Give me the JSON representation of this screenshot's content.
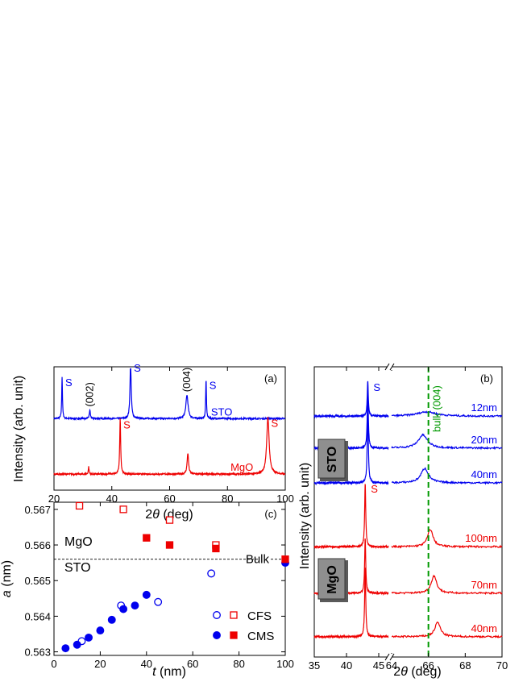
{
  "chart_data": [
    {
      "panel": "(a)",
      "type": "line",
      "xlabel_prefix": "2",
      "xlabel_theta": "θ",
      "xlabel_suffix": " (deg)",
      "ylabel": "Intensity (arb. unit)",
      "xlim": [
        20,
        100
      ],
      "xticks": [
        20,
        40,
        60,
        80,
        100
      ],
      "series": [
        {
          "name": "STO",
          "color": "#0000ee",
          "baseline": 0.58,
          "peaks": [
            [
              22.8,
              0.34,
              0.15
            ],
            [
              32.4,
              0.07,
              0.2
            ],
            [
              46.5,
              0.46,
              0.25
            ],
            [
              66.0,
              0.19,
              0.45
            ],
            [
              72.6,
              0.32,
              0.15
            ]
          ]
        },
        {
          "name": "MgO",
          "color": "#ee0000",
          "baseline": 0.13,
          "peaks": [
            [
              32.0,
              0.06,
              0.15
            ],
            [
              42.9,
              0.45,
              0.2
            ],
            [
              66.3,
              0.17,
              0.3
            ],
            [
              94.0,
              0.46,
              0.5
            ]
          ]
        }
      ],
      "annotations": [
        {
          "text": "S",
          "x": 22.8,
          "color": "#0000ee"
        },
        {
          "text": "(002)",
          "x": 32.4,
          "color": "#000000",
          "rotate": true
        },
        {
          "text": "S",
          "x": 46.5,
          "color": "#0000ee"
        },
        {
          "text": "(004)",
          "x": 66.0,
          "color": "#000000",
          "rotate": true
        },
        {
          "text": "S",
          "x": 72.6,
          "color": "#0000ee"
        },
        {
          "text": "S",
          "x": 42.9,
          "color": "#ee0000"
        },
        {
          "text": "S",
          "x": 94.0,
          "color": "#ee0000"
        }
      ]
    },
    {
      "panel": "(b)",
      "type": "line",
      "xlabel_prefix": "2",
      "xlabel_theta": "θ",
      "xlabel_suffix": " (deg)",
      "ylabel": "Intensity (arb. unit)",
      "segments": [
        {
          "xlim": [
            35,
            46.5
          ],
          "xticks": [
            35,
            40,
            45
          ]
        },
        {
          "xlim": [
            64,
            70
          ],
          "xticks": [
            64,
            66,
            68,
            70
          ]
        }
      ],
      "bulk_line": {
        "x": 66,
        "label": "bulk (004)",
        "color": "#009900"
      },
      "labels": [
        {
          "text": "STO",
          "color": "#0000ee"
        },
        {
          "text": "MgO",
          "color": "#ee0000"
        }
      ],
      "series": [
        {
          "name": "12nm",
          "color": "#0000ee",
          "baseline": 0.83,
          "s_peak": [
            43.3,
            0.12
          ],
          "film_peak": [
            65.9,
            0.015,
            0.6
          ]
        },
        {
          "name": "20nm",
          "color": "#0000ee",
          "baseline": 0.72,
          "s_peak": [
            43.3,
            0.2
          ],
          "film_peak": [
            65.7,
            0.045,
            0.3
          ]
        },
        {
          "name": "40nm",
          "color": "#0000ee",
          "baseline": 0.6,
          "s_peak": [
            43.3,
            0.26
          ],
          "film_peak": [
            65.8,
            0.05,
            0.25
          ]
        },
        {
          "name": "100nm",
          "color": "#ee0000",
          "baseline": 0.38,
          "s_peak": [
            42.9,
            0.22
          ],
          "film_peak": [
            66.1,
            0.06,
            0.18
          ]
        },
        {
          "name": "70nm",
          "color": "#ee0000",
          "baseline": 0.22,
          "s_peak": [
            42.9,
            0.19
          ],
          "film_peak": [
            66.3,
            0.06,
            0.18
          ]
        },
        {
          "name": "40nm",
          "color": "#ee0000",
          "baseline": 0.07,
          "s_peak": [
            42.9,
            0.24
          ],
          "film_peak": [
            66.5,
            0.05,
            0.18
          ]
        }
      ],
      "annotations": [
        {
          "text": "S",
          "color": "#0000ee"
        },
        {
          "text": "S",
          "color": "#ee0000"
        }
      ]
    },
    {
      "panel": "(c)",
      "type": "scatter",
      "xlabel": "t",
      "xunit": " (nm)",
      "ylabel": "a",
      "yunit": " (nm)",
      "xlim": [
        0,
        100
      ],
      "ylim": [
        0.5629,
        0.5672
      ],
      "xticks": [
        0,
        20,
        40,
        60,
        80,
        100
      ],
      "yticks": [
        0.563,
        0.564,
        0.565,
        0.566,
        0.567
      ],
      "reference": {
        "label": "Bulk",
        "y": 0.5656
      },
      "region_labels": [
        {
          "text": "MgO",
          "color": "#ee0000"
        },
        {
          "text": "STO",
          "color": "#0000ee"
        }
      ],
      "legend": [
        {
          "name": "CFS"
        },
        {
          "name": "CMS"
        }
      ],
      "series": [
        {
          "name": "CFS",
          "substrate": "STO",
          "marker": "circle",
          "filled": false,
          "color": "#0000ee",
          "points": [
            [
              12,
              0.5633
            ],
            [
              29,
              0.5643
            ],
            [
              45,
              0.5644
            ],
            [
              68,
              0.5652
            ]
          ]
        },
        {
          "name": "CMS",
          "substrate": "STO",
          "marker": "circle",
          "filled": true,
          "color": "#0000ee",
          "points": [
            [
              5,
              0.5631
            ],
            [
              10,
              0.5632
            ],
            [
              15,
              0.5634
            ],
            [
              20,
              0.5636
            ],
            [
              25,
              0.5639
            ],
            [
              30,
              0.5642
            ],
            [
              35,
              0.5643
            ],
            [
              40,
              0.5646
            ],
            [
              100,
              0.5655
            ]
          ]
        },
        {
          "name": "CFS",
          "substrate": "MgO",
          "marker": "square",
          "filled": false,
          "color": "#ee0000",
          "points": [
            [
              11,
              0.5671
            ],
            [
              30,
              0.567
            ],
            [
              50,
              0.5667
            ],
            [
              70,
              0.566
            ]
          ]
        },
        {
          "name": "CMS",
          "substrate": "MgO",
          "marker": "square",
          "filled": true,
          "color": "#ee0000",
          "points": [
            [
              40,
              0.5662
            ],
            [
              50,
              0.566
            ],
            [
              70,
              0.5659
            ],
            [
              100,
              0.5656
            ]
          ]
        }
      ]
    }
  ]
}
